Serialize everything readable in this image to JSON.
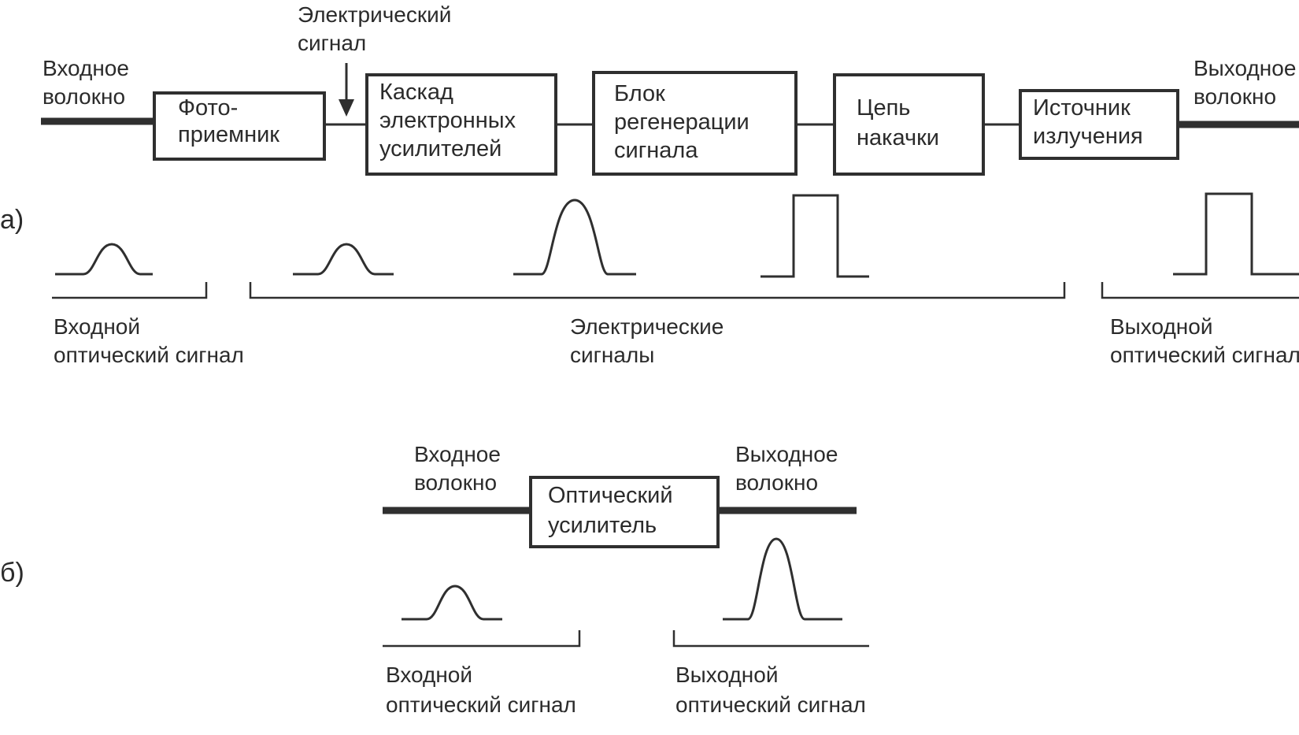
{
  "diagram_a": {
    "part_label": "а)",
    "input_fiber": [
      "Входное",
      "волокно"
    ],
    "output_fiber": [
      "Выходное",
      "волокно"
    ],
    "electric_signal": [
      "Электрический",
      "сигнал"
    ],
    "blocks": [
      {
        "lines": [
          "Фото-",
          "приемник"
        ]
      },
      {
        "lines": [
          "Каскад",
          "электронных",
          "усилителей"
        ]
      },
      {
        "lines": [
          "Блок",
          "регенерации",
          "сигнала"
        ]
      },
      {
        "lines": [
          "Цепь",
          "накачки"
        ]
      },
      {
        "lines": [
          "Источник",
          "излучения"
        ]
      }
    ],
    "input_optical_signal": [
      "Входной",
      "оптический сигнал"
    ],
    "electric_signals": [
      "Электрические",
      "сигналы"
    ],
    "output_optical_signal": [
      "Выходной",
      "оптический сигнал"
    ]
  },
  "diagram_b": {
    "part_label": "б)",
    "input_fiber": [
      "Входное",
      "волокно"
    ],
    "output_fiber": [
      "Выходное",
      "волокно"
    ],
    "block": [
      "Оптический",
      "усилитель"
    ],
    "input_optical_signal": [
      "Входной",
      "оптический сигнал"
    ],
    "output_optical_signal": [
      "Выходной",
      "оптический сигнал"
    ]
  }
}
